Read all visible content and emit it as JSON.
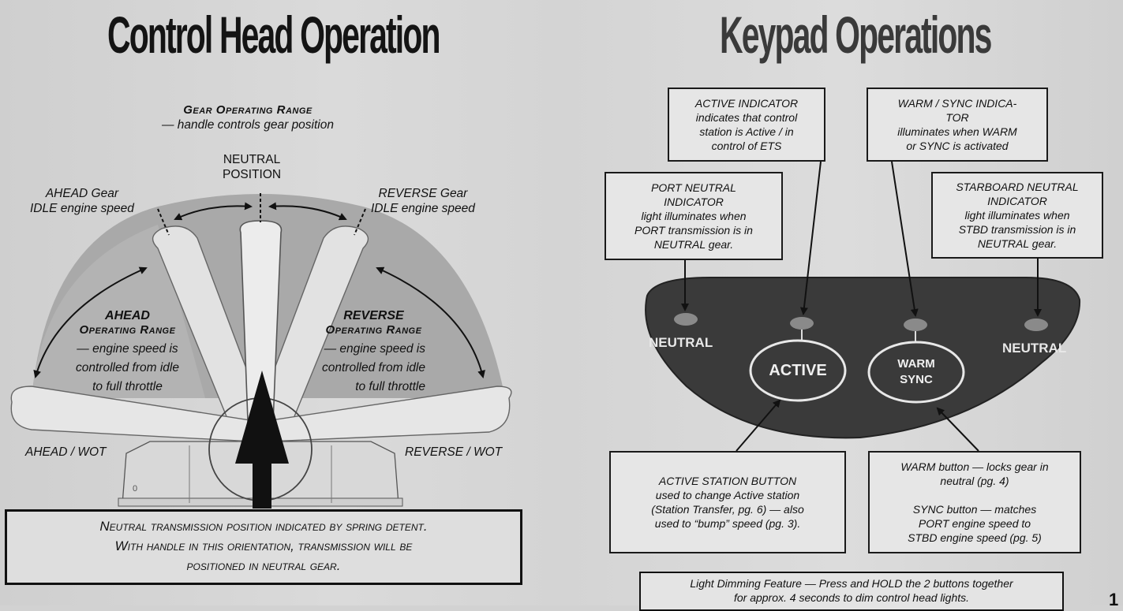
{
  "left": {
    "title": "Control Head Operation",
    "gear_range": {
      "title": "Gear Operating Range",
      "desc": "— handle controls gear position"
    },
    "neutral_position": [
      "NEUTRAL",
      "POSITION"
    ],
    "ahead_gear": [
      "AHEAD Gear",
      "IDLE engine speed"
    ],
    "reverse_gear": [
      "REVERSE Gear",
      "IDLE engine speed"
    ],
    "ahead_range": {
      "title1": "AHEAD",
      "title2": "Operating Range",
      "desc": [
        "— engine speed is",
        "controlled from idle",
        "to full throttle"
      ]
    },
    "reverse_range": {
      "title1": "REVERSE",
      "title2": "Operating Range",
      "desc": [
        "— engine speed is",
        "controlled from idle",
        "to full throttle"
      ]
    },
    "ahead_wot": "AHEAD / WOT",
    "reverse_wot": "REVERSE / WOT",
    "note": [
      "Neutral transmission position indicated by spring detent.",
      "With handle in this orientation, transmission will be",
      "positioned in neutral gear."
    ]
  },
  "right": {
    "title": "Keypad Operations",
    "active_indicator": [
      "ACTIVE INDICATOR",
      "indicates that control",
      "station is Active / in",
      "control of ETS"
    ],
    "warm_sync_indicator": [
      "WARM / SYNC INDICA-",
      "TOR",
      "illuminates when WARM",
      "or SYNC is activated"
    ],
    "port_neutral_indicator": [
      "PORT NEUTRAL",
      "INDICATOR",
      "light illuminates when",
      "PORT transmission is in",
      "NEUTRAL gear."
    ],
    "stbd_neutral_indicator": [
      "STARBOARD NEUTRAL",
      "INDICATOR",
      "light illuminates when",
      "STBD transmission is in",
      "NEUTRAL gear."
    ],
    "keypad": {
      "neutral_left": "NEUTRAL",
      "neutral_right": "NEUTRAL",
      "active_button": "ACTIVE",
      "warm_sync_button": [
        "WARM",
        "SYNC"
      ]
    },
    "active_station_button": [
      "ACTIVE STATION BUTTON",
      "used to change Active station",
      "(Station Transfer, pg. 6) — also",
      "used to “bump” speed (pg. 3)."
    ],
    "warm_button": [
      "WARM button — locks gear in",
      "neutral (pg. 4)"
    ],
    "sync_button": [
      "SYNC button — matches",
      "PORT engine speed to",
      "STBD engine speed (pg. 5)"
    ],
    "light_dimming": [
      "Light Dimming Feature — Press and HOLD the 2 buttons together",
      "for approx. 4 seconds to dim control head lights."
    ],
    "page_number": "1"
  },
  "colors": {
    "keypad_body": "#3a3a3a",
    "range_shade": "#a9a9a9",
    "ink": "#111111"
  }
}
